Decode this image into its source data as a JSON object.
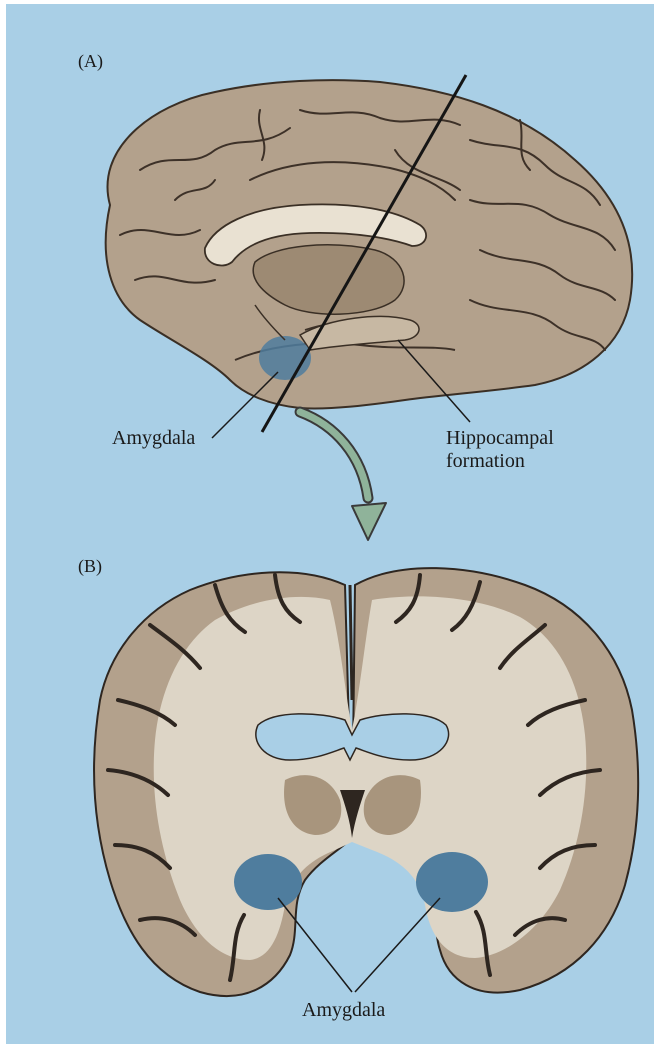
{
  "colors": {
    "background": "#a9cfe6",
    "cortex": "#b3a18c",
    "white_matter": "#ddd5c6",
    "sulcus": "#2e2620",
    "amygdala": "#4f7d9e",
    "arrow": "#8fb39a"
  },
  "panel_a": {
    "label": "(A)",
    "callouts": {
      "amygdala": "Amygdala",
      "hippocampal_line1": "Hippocampal",
      "hippocampal_line2": "formation"
    }
  },
  "panel_b": {
    "label": "(B)",
    "callouts": {
      "amygdala": "Amygdala"
    }
  }
}
